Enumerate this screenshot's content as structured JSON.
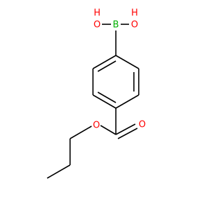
{
  "molecule": {
    "atoms": {
      "boron": "B",
      "oh_left": {
        "o": "O",
        "h": "H"
      },
      "oh_right": {
        "o": "O",
        "h": "H"
      },
      "carbonyl_oxygen": "O",
      "ester_oxygen": "O"
    },
    "colors": {
      "bond": "#000000",
      "boron": "#00b000",
      "oxygen": "#ff0000"
    }
  }
}
